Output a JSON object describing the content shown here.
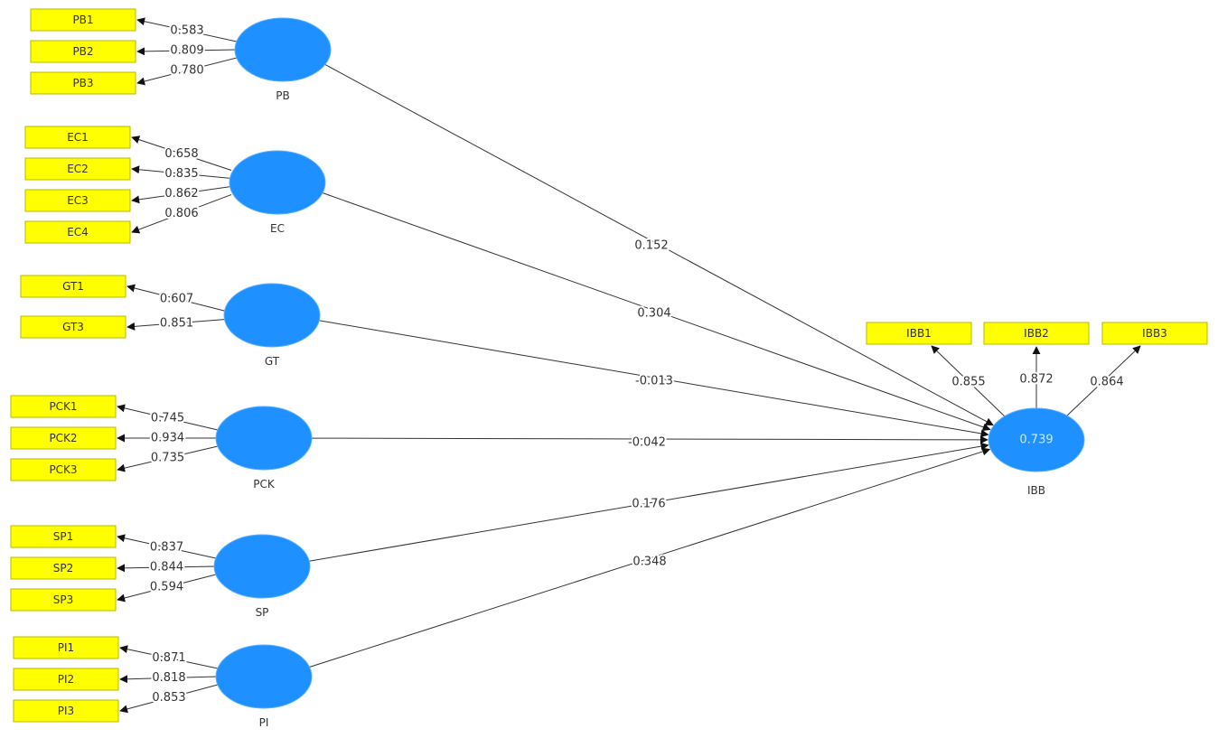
{
  "diagram": {
    "exogenous": [
      {
        "name": "PB",
        "indicators": [
          {
            "name": "PB1",
            "loading": "0.583"
          },
          {
            "name": "PB2",
            "loading": "0.809"
          },
          {
            "name": "PB3",
            "loading": "0.780"
          }
        ],
        "path_coefficient": "0.152"
      },
      {
        "name": "EC",
        "indicators": [
          {
            "name": "EC1",
            "loading": "0.658"
          },
          {
            "name": "EC2",
            "loading": "0.835"
          },
          {
            "name": "EC3",
            "loading": "0.862"
          },
          {
            "name": "EC4",
            "loading": "0.806"
          }
        ],
        "path_coefficient": "0.304"
      },
      {
        "name": "GT",
        "indicators": [
          {
            "name": "GT1",
            "loading": "0.607"
          },
          {
            "name": "GT3",
            "loading": "0.851"
          }
        ],
        "path_coefficient": "-0.013"
      },
      {
        "name": "PCK",
        "indicators": [
          {
            "name": "PCK1",
            "loading": "0.745"
          },
          {
            "name": "PCK2",
            "loading": "0.934"
          },
          {
            "name": "PCK3",
            "loading": "0.735"
          }
        ],
        "path_coefficient": "-0.042"
      },
      {
        "name": "SP",
        "indicators": [
          {
            "name": "SP1",
            "loading": "0.837"
          },
          {
            "name": "SP2",
            "loading": "0.844"
          },
          {
            "name": "SP3",
            "loading": "0.594"
          }
        ],
        "path_coefficient": "0.176"
      },
      {
        "name": "PI",
        "indicators": [
          {
            "name": "PI1",
            "loading": "0.871"
          },
          {
            "name": "PI2",
            "loading": "0.818"
          },
          {
            "name": "PI3",
            "loading": "0.853"
          }
        ],
        "path_coefficient": "0.348"
      }
    ],
    "endogenous": {
      "name": "IBB",
      "r_squared": "0.739",
      "indicators": [
        {
          "name": "IBB1",
          "loading": "0.855"
        },
        {
          "name": "IBB2",
          "loading": "0.872"
        },
        {
          "name": "IBB3",
          "loading": "0.864"
        }
      ]
    },
    "colors": {
      "construct": "#1e90ff",
      "indicator": "#ffff00"
    }
  }
}
